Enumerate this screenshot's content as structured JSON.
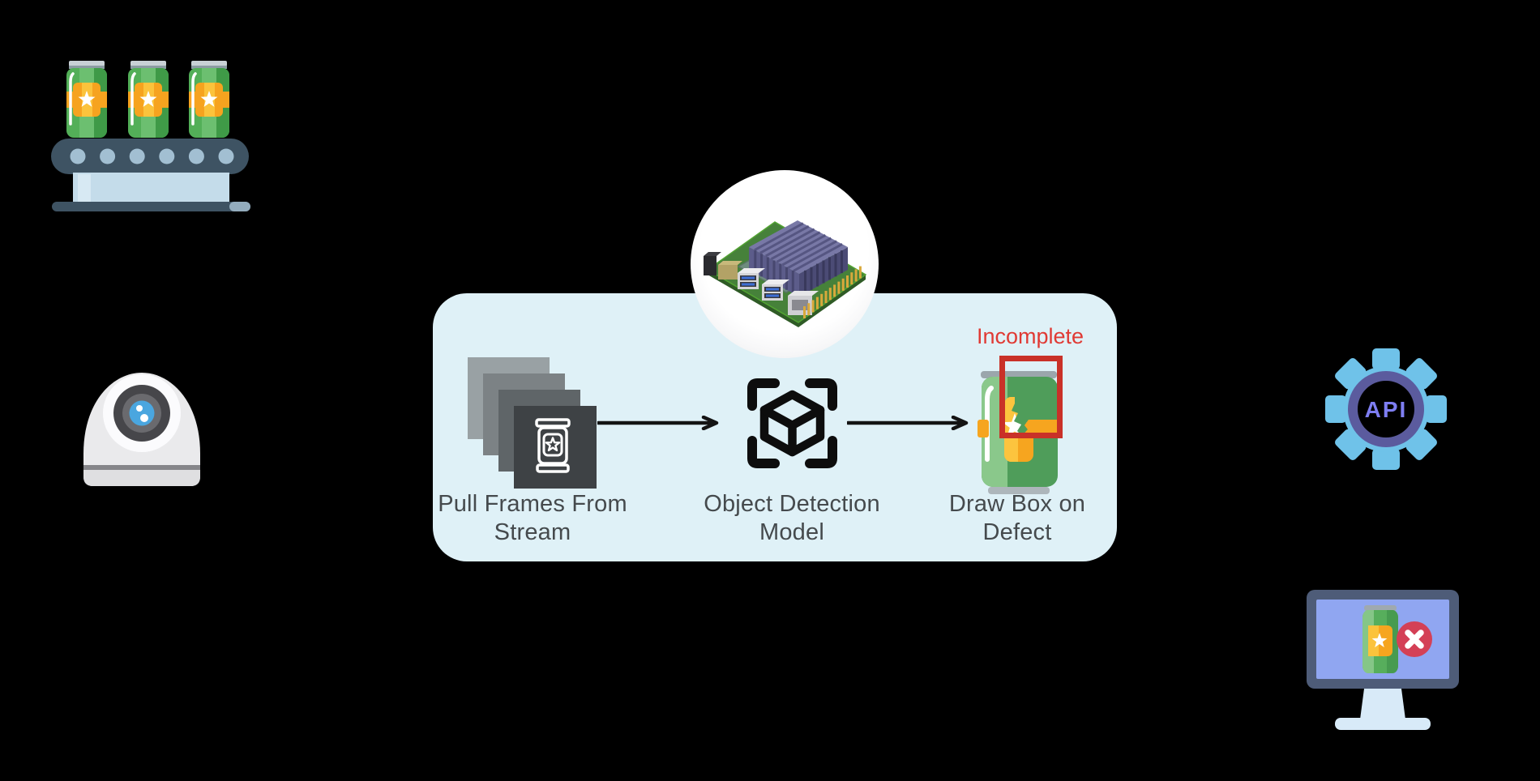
{
  "background_color": "#000000",
  "panel": {
    "bg_color": "#DFF1F7",
    "steps": [
      {
        "line1": "Pull Frames From",
        "line2": "Stream"
      },
      {
        "line1": "Object Detection",
        "line2": "Model"
      },
      {
        "line1": "Draw Box on",
        "line2": "Defect"
      }
    ],
    "annotation": {
      "label": "Incomplete",
      "text_color": "#E03A34",
      "box_color": "#C93128"
    }
  },
  "api_badge": {
    "label": "API",
    "gear_color": "#6FC2E9",
    "ring_color": "#5B5B9E",
    "text_color": "#7E7EF2"
  },
  "icons": {
    "conveyor": "conveyor-belt-with-cans-icon",
    "camera": "dome-camera-icon",
    "board": "jetson-dev-board-icon",
    "frames": "stacked-frames-icon",
    "detector": "object-detection-scan-cube-icon",
    "defect_can": "defective-can-icon",
    "api": "api-gear-icon",
    "monitor": "reject-monitor-icon"
  },
  "colors": {
    "text": "#454A4D",
    "arrow": "#141414",
    "can_green": "#4F9D5A",
    "can_orange": "#F6A51F",
    "belt_slate": "#3E5363",
    "monitor_frame": "#4E5C78",
    "monitor_screen": "#90A6F1",
    "reject_red": "#D44056"
  }
}
